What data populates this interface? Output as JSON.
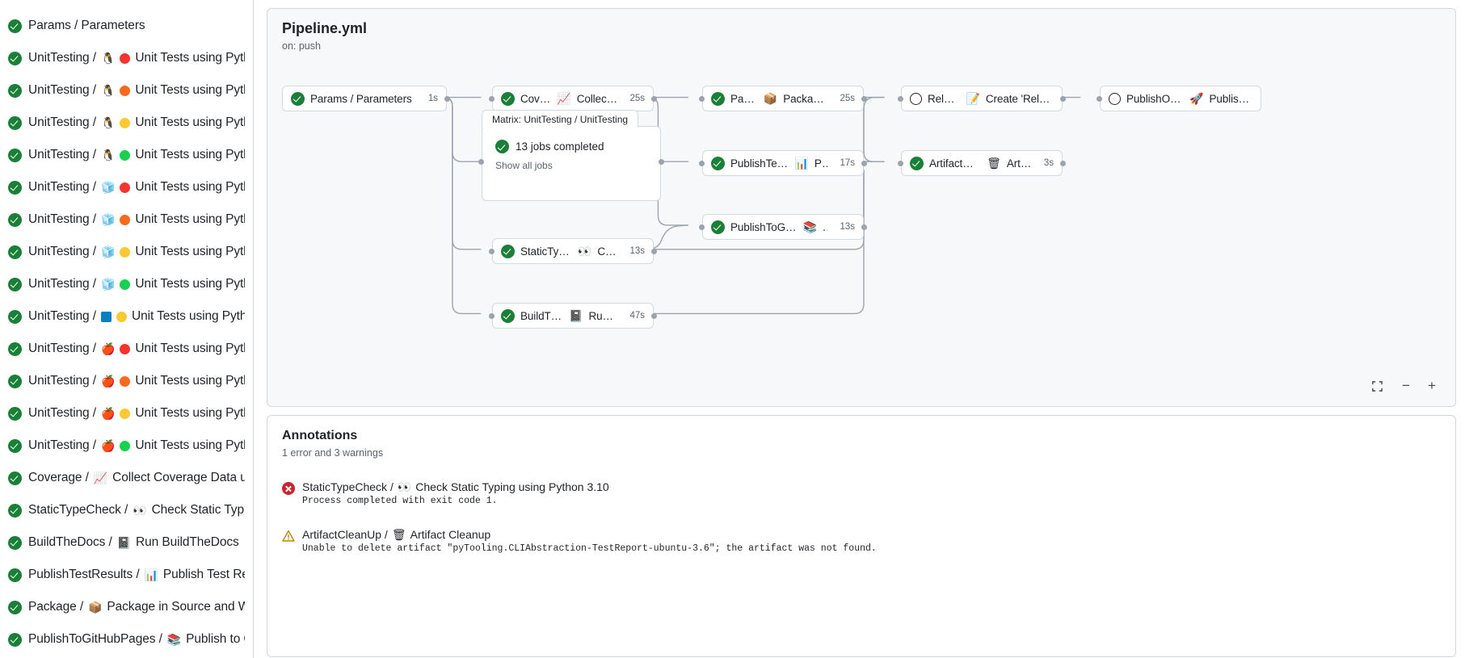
{
  "sidebar": {
    "items": [
      {
        "status": "success",
        "label": "Params / Parameters",
        "icons": []
      },
      {
        "status": "success",
        "label": "UnitTesting / ",
        "icons": [
          "penguin",
          "dot-red"
        ],
        "label2": "Unit Tests using Pyth..."
      },
      {
        "status": "success",
        "label": "UnitTesting / ",
        "icons": [
          "penguin",
          "dot-orange"
        ],
        "label2": "Unit Tests using Pyth..."
      },
      {
        "status": "success",
        "label": "UnitTesting / ",
        "icons": [
          "penguin",
          "dot-yellow"
        ],
        "label2": "Unit Tests using Pyth..."
      },
      {
        "status": "success",
        "label": "UnitTesting / ",
        "icons": [
          "penguin",
          "dot-green"
        ],
        "label2": "Unit Tests using Pyth..."
      },
      {
        "status": "success",
        "label": "UnitTesting / ",
        "icons": [
          "cube",
          "dot-red"
        ],
        "label2": "Unit Tests using Pyth..."
      },
      {
        "status": "success",
        "label": "UnitTesting / ",
        "icons": [
          "cube",
          "dot-orange"
        ],
        "label2": "Unit Tests using Pyth..."
      },
      {
        "status": "success",
        "label": "UnitTesting / ",
        "icons": [
          "cube",
          "dot-yellow"
        ],
        "label2": "Unit Tests using Pyth..."
      },
      {
        "status": "success",
        "label": "UnitTesting / ",
        "icons": [
          "cube",
          "dot-green"
        ],
        "label2": "Unit Tests using Pyth..."
      },
      {
        "status": "success",
        "label": "UnitTesting / ",
        "icons": [
          "blue-square",
          "dot-yellow"
        ],
        "label2": "Unit Tests using Pyth..."
      },
      {
        "status": "success",
        "label": "UnitTesting / ",
        "icons": [
          "apple",
          "dot-red"
        ],
        "label2": "Unit Tests using Pyth..."
      },
      {
        "status": "success",
        "label": "UnitTesting / ",
        "icons": [
          "apple",
          "dot-orange"
        ],
        "label2": "Unit Tests using Pyth..."
      },
      {
        "status": "success",
        "label": "UnitTesting / ",
        "icons": [
          "apple",
          "dot-yellow"
        ],
        "label2": "Unit Tests using Pyth..."
      },
      {
        "status": "success",
        "label": "UnitTesting / ",
        "icons": [
          "apple",
          "dot-green"
        ],
        "label2": "Unit Tests using Pyth..."
      },
      {
        "status": "success",
        "label": "Coverage / ",
        "icons": [
          "chart"
        ],
        "label2": "Collect Coverage Data usi..."
      },
      {
        "status": "success",
        "label": "StaticTypeCheck / ",
        "icons": [
          "eyes"
        ],
        "label2": "Check Static Typing..."
      },
      {
        "status": "success",
        "label": "BuildTheDocs / ",
        "icons": [
          "book"
        ],
        "label2": "Run BuildTheDocs"
      },
      {
        "status": "success",
        "label": "PublishTestResults / ",
        "icons": [
          "barchart"
        ],
        "label2": "Publish Test Resu..."
      },
      {
        "status": "success",
        "label": "Package / ",
        "icons": [
          "package"
        ],
        "label2": "Package in Source and Wh..."
      },
      {
        "status": "success",
        "label": "PublishToGitHubPages / ",
        "icons": [
          "books"
        ],
        "label2": "Publish to G..."
      }
    ]
  },
  "workflow": {
    "title": "Pipeline.yml",
    "trigger": "on: push",
    "nodes": [
      {
        "id": "params",
        "status": "success",
        "label": "Params / Parameters",
        "icon": "",
        "duration": "1s"
      },
      {
        "id": "coverage",
        "status": "success",
        "label": "Coverage / ",
        "icon": "chart",
        "label2": "Collect Cove...",
        "duration": "25s"
      },
      {
        "id": "matrix",
        "status": "success",
        "group": "Matrix: UnitTesting / UnitTesting",
        "label": "13 jobs completed",
        "sublabel": "Show all jobs"
      },
      {
        "id": "stc",
        "status": "success",
        "label": "StaticTypeCheck / ",
        "icon": "eyes",
        "label2": "Chec...",
        "duration": "13s"
      },
      {
        "id": "btd",
        "status": "success",
        "label": "BuildTheDocs / ",
        "icon": "book",
        "label2": "Run Buil...",
        "duration": "47s"
      },
      {
        "id": "package",
        "status": "success",
        "label": "Package / ",
        "icon": "package",
        "label2": "Package in So...",
        "duration": "25s"
      },
      {
        "id": "ptr",
        "status": "success",
        "label": "PublishTestResults / ",
        "icon": "barchart",
        "label2": "Pu...",
        "duration": "17s"
      },
      {
        "id": "ptghp",
        "status": "success",
        "label": "PublishToGitHubPages / ",
        "icon": "books",
        "label2": "...",
        "duration": "13s"
      },
      {
        "id": "release",
        "status": "pending",
        "label": "Release / ",
        "icon": "memo",
        "label2": "Create 'Release P...",
        "duration": ""
      },
      {
        "id": "acu",
        "status": "success",
        "label": "ArtifactCleanUp / ",
        "icon": "wastebasket",
        "label2": "Artifac...",
        "duration": "3s"
      },
      {
        "id": "pypi",
        "status": "pending",
        "label": "PublishOnPyPI / ",
        "icon": "rocket",
        "label2": "Publish to ...",
        "duration": ""
      }
    ],
    "zoom_controls": {
      "fit": "fit-screen",
      "zoom_out": "−",
      "zoom_in": "+"
    }
  },
  "annotations": {
    "title": "Annotations",
    "summary": "1 error and 3 warnings",
    "items": [
      {
        "level": "error",
        "job": "StaticTypeCheck / ",
        "icon": "eyes",
        "job2": "Check Static Typing using Python 3.10",
        "message": "Process completed with exit code 1."
      },
      {
        "level": "warning",
        "job": "ArtifactCleanUp / ",
        "icon": "wastebasket",
        "job2": "Artifact Cleanup",
        "message": "Unable to delete artifact \"pyTooling.CLIAbstraction-TestReport-ubuntu-3.6\"; the artifact was not found."
      }
    ]
  },
  "colors": {
    "success": "#1a7f37",
    "error": "#cf222e",
    "warning": "#bf8700",
    "border": "#d1d9e0",
    "canvas": "#f6f8fa",
    "muted": "#59636e",
    "wire": "#9ba4ae"
  }
}
